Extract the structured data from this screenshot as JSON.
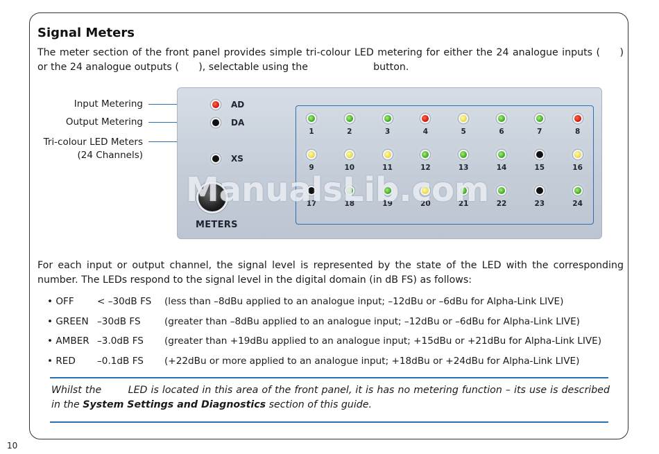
{
  "heading": "Signal Meters",
  "intro": "The meter section of the front panel provides simple tri-colour LED metering for either the 24 analogue inputs (  ) or the 24 analogue outputs (  ), selectable using the        button.",
  "callouts": {
    "input_metering": "Input Metering",
    "output_metering": "Output Metering",
    "tricolour_1": "Tri-colour LED Meters",
    "tricolour_2": "(24 Channels)"
  },
  "panel": {
    "ad_label": "AD",
    "da_label": "DA",
    "xs_label": "XS",
    "meters_label": "METERS",
    "ad_led": "red",
    "da_led": "off",
    "xs_led": "off",
    "channels": [
      {
        "num": "1",
        "state": "green"
      },
      {
        "num": "2",
        "state": "green"
      },
      {
        "num": "3",
        "state": "green"
      },
      {
        "num": "4",
        "state": "red"
      },
      {
        "num": "5",
        "state": "amber"
      },
      {
        "num": "6",
        "state": "green"
      },
      {
        "num": "7",
        "state": "green"
      },
      {
        "num": "8",
        "state": "red"
      },
      {
        "num": "9",
        "state": "amber"
      },
      {
        "num": "10",
        "state": "amber"
      },
      {
        "num": "11",
        "state": "amber"
      },
      {
        "num": "12",
        "state": "green"
      },
      {
        "num": "13",
        "state": "green"
      },
      {
        "num": "14",
        "state": "green"
      },
      {
        "num": "15",
        "state": "off"
      },
      {
        "num": "16",
        "state": "amber"
      },
      {
        "num": "17",
        "state": "off"
      },
      {
        "num": "18",
        "state": "green"
      },
      {
        "num": "19",
        "state": "green"
      },
      {
        "num": "20",
        "state": "amber"
      },
      {
        "num": "21",
        "state": "green"
      },
      {
        "num": "22",
        "state": "green"
      },
      {
        "num": "23",
        "state": "off"
      },
      {
        "num": "24",
        "state": "green"
      }
    ],
    "colors": {
      "red": "#d0140a",
      "green": "#3fa524",
      "amber": "#e6d84a",
      "off": "#111111",
      "accent": "#2d6fb3"
    }
  },
  "watermark": "ManualsLib.com",
  "body2": "For each input or output channel, the signal level is represented by the state of the LED with the corresponding number. The LEDs respond to the signal level in the digital domain (in dB FS) as follows:",
  "levels": [
    {
      "bullet": "• OFF",
      "threshold": "< –30dB FS",
      "desc": "(less than –8dBu applied to an analogue input; –12dBu or –6dBu for Alpha-Link LIVE)"
    },
    {
      "bullet": "• GREEN",
      "threshold": "–30dB FS",
      "desc": "(greater than –8dBu applied to an analogue input; –12dBu or –6dBu for Alpha-Link LIVE)"
    },
    {
      "bullet": "• AMBER",
      "threshold": "–3.0dB FS",
      "desc": "(greater than +19dBu applied to an analogue input; +15dBu or +21dBu for Alpha-Link LIVE)"
    },
    {
      "bullet": "• RED",
      "threshold": "–0.1dB FS",
      "desc": "(+22dBu or more applied to an analogue input; +18dBu or +24dBu for Alpha-Link LIVE)"
    }
  ],
  "note": {
    "pre": "Whilst the    LED is located in this area of the front panel, it is has no metering function – its use is described in the ",
    "bold": "System Settings and Diagnostics",
    "post": " section of this guide."
  },
  "page_number": "10"
}
